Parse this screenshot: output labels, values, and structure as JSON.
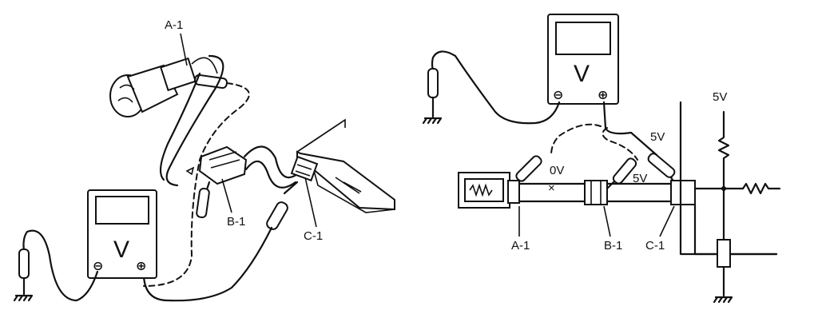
{
  "left_view": {
    "meter": {
      "symbol": "V",
      "minus": "⊖",
      "plus": "⊕"
    },
    "labels": {
      "a1": "A-1",
      "b1": "B-1",
      "c1": "C-1"
    }
  },
  "right_view": {
    "meter": {
      "symbol": "V",
      "minus": "⊖",
      "plus": "⊕"
    },
    "labels": {
      "a1": "A-1",
      "b1": "B-1",
      "c1": "C-1",
      "v0": "0V",
      "v5_probe1": "5V",
      "v5_probe2": "5V",
      "v5_supply": "5V",
      "cross": "×"
    }
  }
}
